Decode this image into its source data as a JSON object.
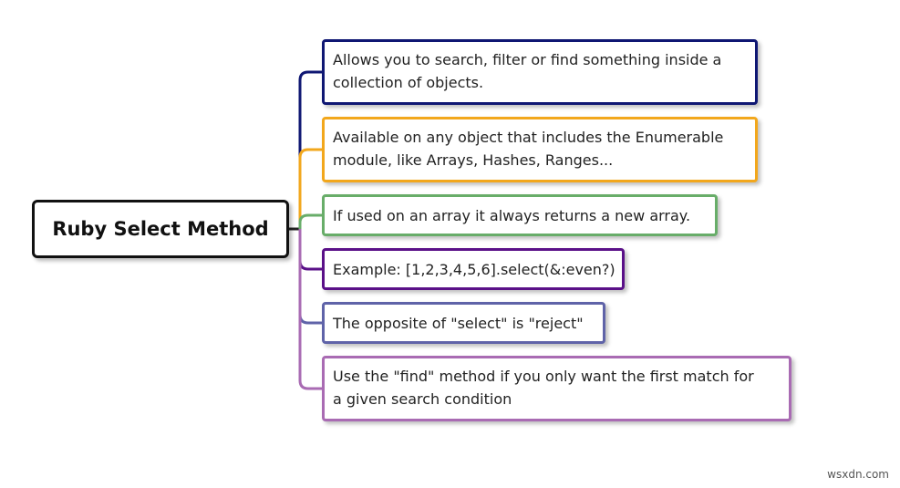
{
  "diagram": {
    "root": {
      "label": "Ruby Select Method"
    },
    "branches": [
      {
        "lines": [
          "Allows you to search, filter or find something inside a",
          "collection of objects."
        ],
        "color": "#0f1773"
      },
      {
        "lines": [
          "Available on any object that includes the Enumerable",
          "module, like Arrays, Hashes, Ranges..."
        ],
        "color": "#f2a71c"
      },
      {
        "lines": [
          "If used on an array it always returns a new array."
        ],
        "color": "#68ad69"
      },
      {
        "lines": [
          "Example: [1,2,3,4,5,6].select(&:even?)"
        ],
        "color": "#5a1088"
      },
      {
        "lines": [
          "The opposite of \"select\" is \"reject\""
        ],
        "color": "#5f63a8"
      },
      {
        "lines": [
          "Use the \"find\" method if you only want the first match for",
          "a given search condition"
        ],
        "color": "#a96bb3"
      }
    ]
  },
  "watermark": "wsxdn.com"
}
